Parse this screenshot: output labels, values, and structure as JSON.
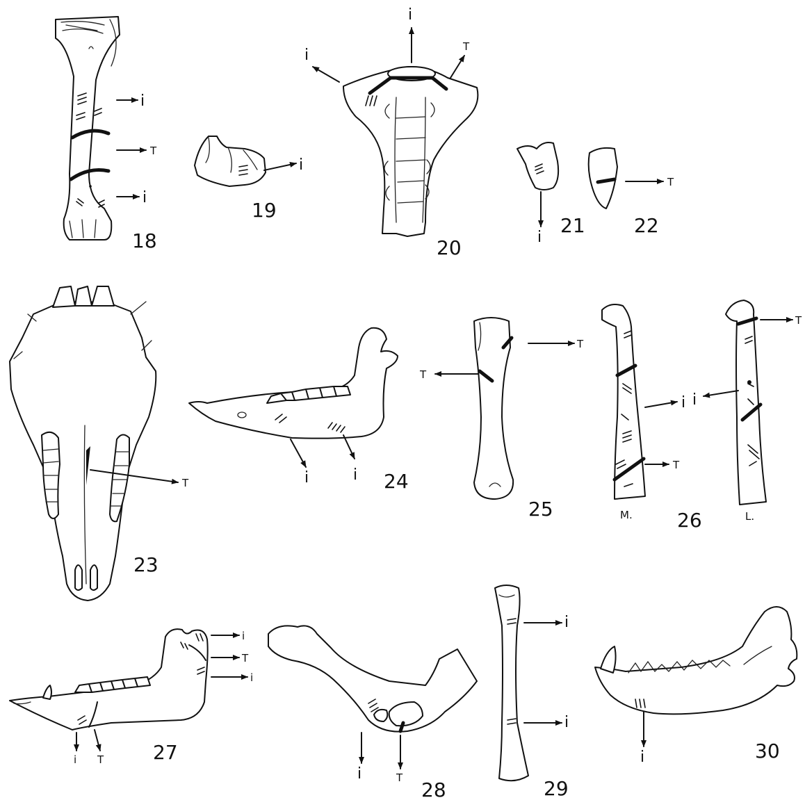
{
  "figures": [
    {
      "number": "18",
      "labels": [
        "i",
        "T",
        "i"
      ]
    },
    {
      "number": "19",
      "labels": [
        "i"
      ]
    },
    {
      "number": "20",
      "labels": [
        "i",
        "i",
        "T"
      ]
    },
    {
      "number": "21",
      "labels": [
        "i"
      ]
    },
    {
      "number": "22",
      "labels": [
        "T"
      ]
    },
    {
      "number": "23",
      "labels": [
        "T"
      ]
    },
    {
      "number": "24",
      "labels": [
        "i",
        "i"
      ]
    },
    {
      "number": "25",
      "labels": [
        "T",
        "T"
      ]
    },
    {
      "number": "26",
      "labels": [
        "i",
        "T",
        "i",
        "T"
      ],
      "sublabels": [
        "M.",
        "L."
      ]
    },
    {
      "number": "27",
      "labels": [
        "i",
        "T",
        "i",
        "i",
        "T"
      ]
    },
    {
      "number": "28",
      "labels": [
        "i",
        "T"
      ]
    },
    {
      "number": "29",
      "labels": [
        "i",
        "i"
      ]
    },
    {
      "number": "30",
      "labels": [
        "i"
      ]
    }
  ]
}
